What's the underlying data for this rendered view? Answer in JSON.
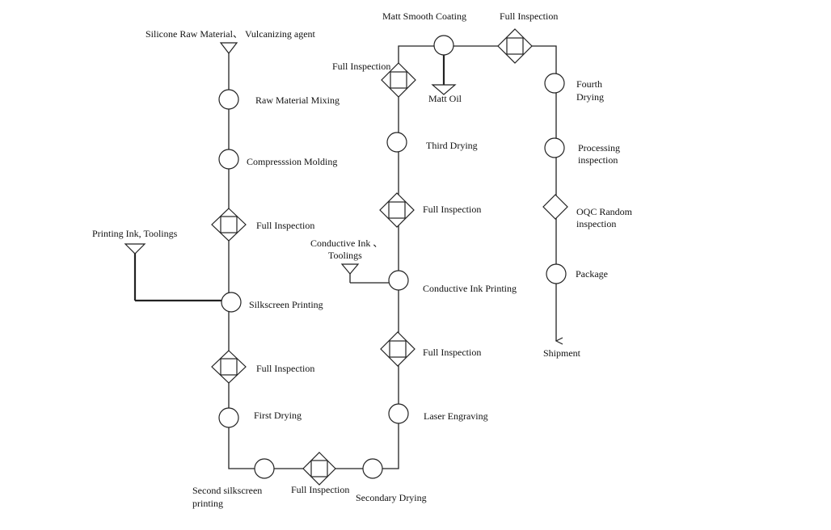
{
  "labels": {
    "raw_materials": "Silicone Raw Material、 Vulcanizing agent",
    "raw_material_mixing": "Raw Material Mixing",
    "compression_molding": "Compresssion Molding",
    "full_inspection_1": "Full Inspection",
    "printing_ink_toolings": "Printing Ink, Toolings",
    "silkscreen_printing": "Silkscreen Printing",
    "full_inspection_2": "Full Inspection",
    "first_drying": "First Drying",
    "second_silkscreen_line1": "Second silkscreen",
    "second_silkscreen_line2": "printing",
    "full_inspection_3": "Full Inspection",
    "secondary_drying": "Secondary Drying",
    "laser_engraving": "Laser Engraving",
    "full_inspection_4": "Full Inspection",
    "conductive_ink_printing": "Conductive Ink Printing",
    "conductive_ink_line1": "Conductive Ink 、",
    "conductive_ink_line2": "Toolings",
    "full_inspection_5": "Full Inspection",
    "third_drying": "Third Drying",
    "full_inspection_6": "Full Inspection",
    "matt_oil": "Matt Oil",
    "matt_smooth_coating": "Matt Smooth Coating",
    "full_inspection_7": "Full Inspection",
    "fourth_drying_line1": "Fourth",
    "fourth_drying_line2": "Drying",
    "processing_inspection_line1": "Processing",
    "processing_inspection_line2": "inspection",
    "oqc_line1": "OQC Random",
    "oqc_line2": "inspection",
    "package": "Package",
    "shipment": "Shipment"
  }
}
